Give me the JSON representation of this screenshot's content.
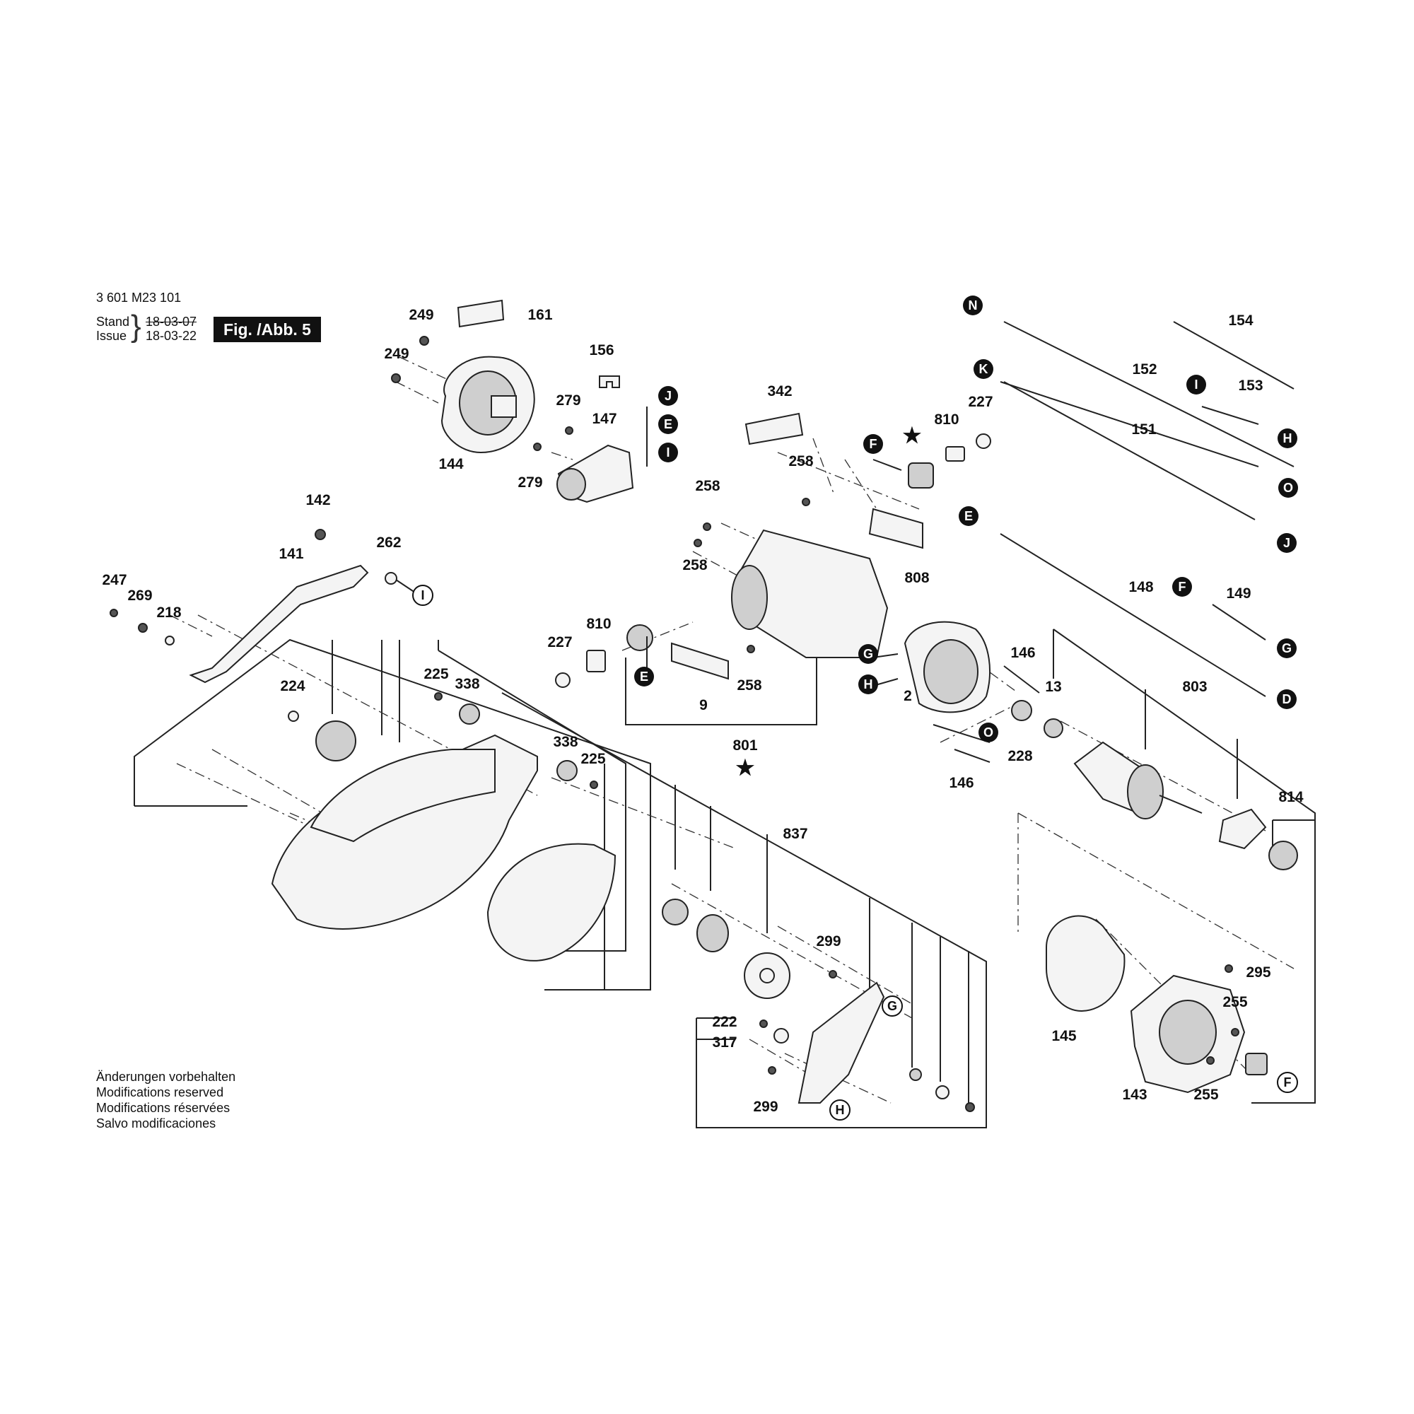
{
  "header": {
    "part_number": "3 601 M23 101",
    "stand_label": "Stand",
    "issue_label": "Issue",
    "stand_date": "18-03-07",
    "issue_date": "18-03-22",
    "figure": "Fig. /Abb. 5"
  },
  "notes": [
    "Änderungen vorbehalten",
    "Modifications reserved",
    "Modifications réservées",
    "Salvo modificaciones"
  ],
  "labels": {
    "p249a": "249",
    "p249b": "249",
    "p161": "161",
    "p144": "144",
    "p156": "156",
    "p279a": "279",
    "p279b": "279",
    "p147": "147",
    "p142": "142",
    "p141": "141",
    "p262": "262",
    "p247": "247",
    "p269": "269",
    "p218": "218",
    "p224": "224",
    "p225a": "225",
    "p338a": "338",
    "p338b": "338",
    "p225b": "225",
    "p227a": "227",
    "p810a": "810",
    "p342": "342",
    "p258a": "258",
    "p258b": "258",
    "p258c": "258",
    "p258d": "258",
    "p808": "808",
    "p9": "9",
    "p801": "801",
    "p810b": "810",
    "p227b": "227",
    "p146a": "146",
    "p13": "13",
    "p2": "2",
    "p228": "228",
    "p146b": "146",
    "p154": "154",
    "p152": "152",
    "p153": "153",
    "p151": "151",
    "p148": "148",
    "p149": "149",
    "p803": "803",
    "p814": "814",
    "p837": "837",
    "p299a": "299",
    "p299b": "299",
    "p222": "222",
    "p317": "317",
    "p295": "295",
    "p255a": "255",
    "p255b": "255",
    "p145": "145",
    "p143": "143"
  },
  "markers": {
    "N": "N",
    "K": "K",
    "I": "I",
    "H": "H",
    "O": "O",
    "J": "J",
    "E": "E",
    "F": "F",
    "G": "G",
    "D": "D",
    "star": "★"
  }
}
